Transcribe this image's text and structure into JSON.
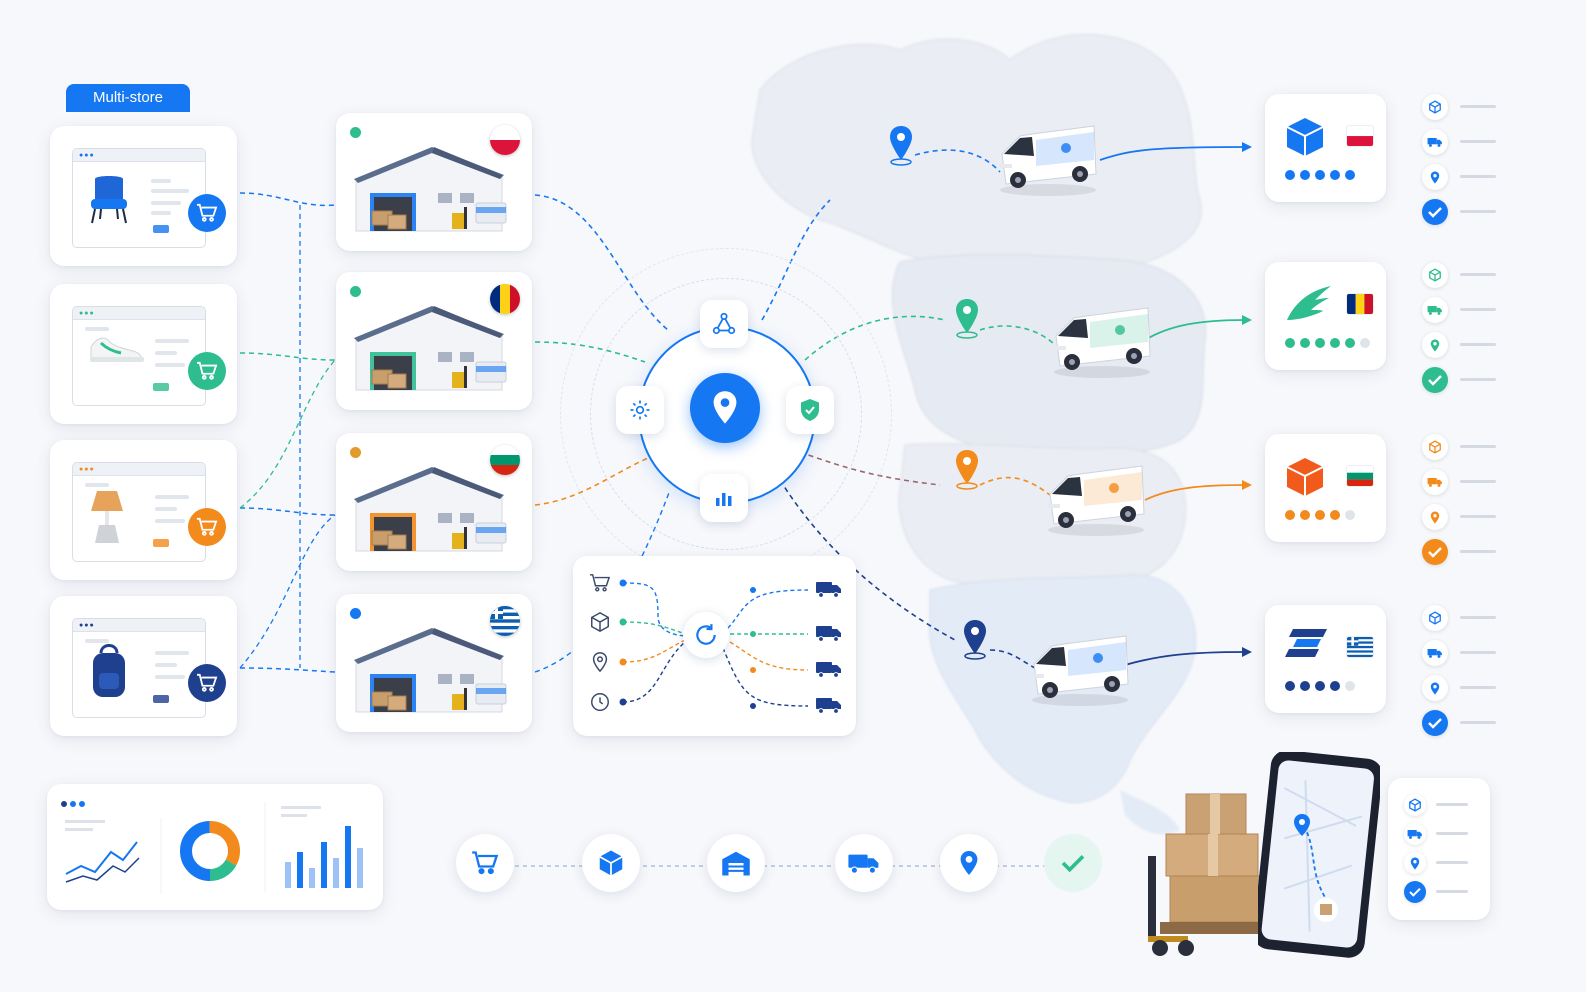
{
  "badge": {
    "label": "Multi-store"
  },
  "colors": {
    "blue": "#1677f2",
    "navy": "#1f3f8f",
    "green": "#2ebd8f",
    "orange": "#f28a1c",
    "teal": "#2bb38a"
  },
  "stores": [
    {
      "product_icon": "chair-icon",
      "accent": "#1677f2"
    },
    {
      "product_icon": "sneaker-icon",
      "accent": "#2ebd8f"
    },
    {
      "product_icon": "lamp-icon",
      "accent": "#f28a1c"
    },
    {
      "product_icon": "backpack-icon",
      "accent": "#1f3f8f"
    }
  ],
  "warehouses": [
    {
      "flag": "poland-flag",
      "accent": "#1677f2"
    },
    {
      "flag": "romania-flag",
      "accent": "#2ebd8f"
    },
    {
      "flag": "bulgaria-flag",
      "accent": "#f28a1c"
    },
    {
      "flag": "greece-flag",
      "accent": "#1677f2"
    }
  ],
  "hub": {
    "center_icon": "location-pin-icon",
    "satellites": [
      "route-nodes-icon",
      "shield-check-icon",
      "bar-chart-icon",
      "gear-icon"
    ]
  },
  "routing_panel": {
    "inputs": [
      "cart-icon",
      "box-icon",
      "pin-icon",
      "clock-icon"
    ],
    "center_icon": "refresh-icon",
    "outputs": [
      "truck-icon",
      "truck-icon",
      "truck-icon",
      "truck-icon"
    ]
  },
  "carriers": [
    {
      "logo": "blue-cube-logo-icon",
      "flag": "poland-flag",
      "rating": 5,
      "max": 5,
      "accent": "#1677f2"
    },
    {
      "logo": "green-wing-logo-icon",
      "flag": "romania-flag",
      "rating": 5,
      "max": 6,
      "accent": "#2ebd8f"
    },
    {
      "logo": "orange-cube-logo-icon",
      "flag": "bulgaria-flag",
      "rating": 4,
      "max": 5,
      "accent": "#f28a1c"
    },
    {
      "logo": "navy-stripes-logo-icon",
      "flag": "greece-flag",
      "rating": 4,
      "max": 5,
      "accent": "#1f3f8f"
    }
  ],
  "tracking_steps": [
    "box-icon",
    "truck-icon",
    "pin-icon",
    "check-icon"
  ],
  "process_steps": [
    "cart-icon",
    "box-icon",
    "warehouse-icon",
    "truck-icon",
    "pin-icon",
    "check-icon"
  ],
  "analytics": {
    "widgets": [
      "line-chart-icon",
      "donut-chart-icon",
      "bar-chart-icon"
    ]
  }
}
